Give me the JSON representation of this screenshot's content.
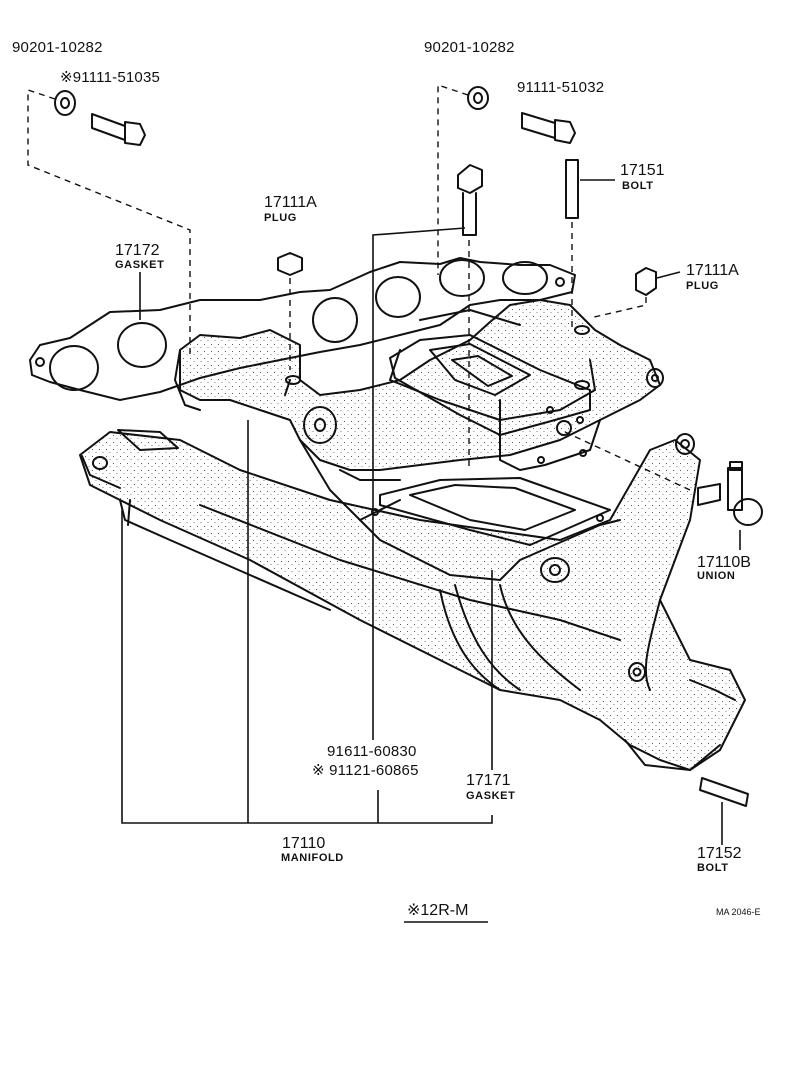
{
  "diagram": {
    "footer_mark": "※12R-M",
    "ref_code": "MA 2046-E",
    "parts": [
      {
        "num": "90201-10282",
        "name": ""
      },
      {
        "num": "※91111-51035",
        "name": ""
      },
      {
        "num": "90201-10282",
        "name": ""
      },
      {
        "num": "91111-51032",
        "name": ""
      },
      {
        "num": "17151",
        "name": "BOLT"
      },
      {
        "num": "17111A",
        "name": "PLUG"
      },
      {
        "num": "17172",
        "name": "GASKET"
      },
      {
        "num": "17111A",
        "name": "PLUG"
      },
      {
        "num": "17110B",
        "name": "UNION"
      },
      {
        "num": "91611-60830",
        "name": ""
      },
      {
        "num": "※ 91121-60865",
        "name": ""
      },
      {
        "num": "17171",
        "name": "GASKET"
      },
      {
        "num": "17110",
        "name": "MANIFOLD"
      },
      {
        "num": "17152",
        "name": "BOLT"
      }
    ]
  }
}
